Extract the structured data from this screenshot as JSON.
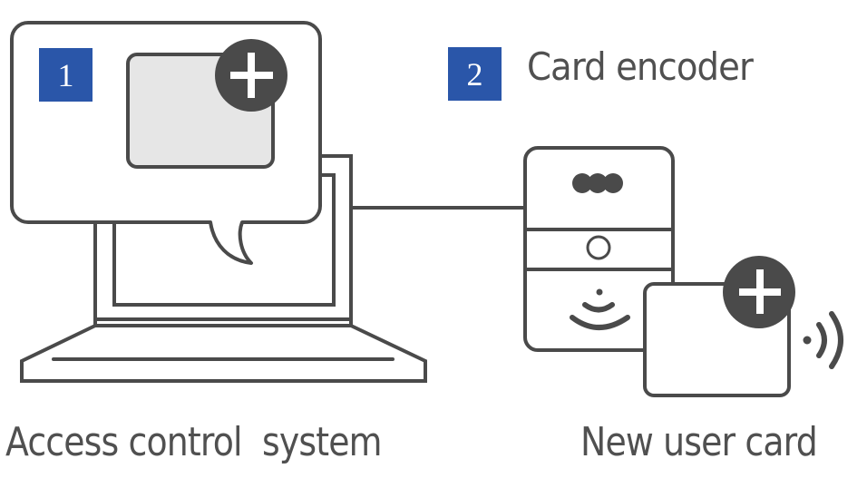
{
  "colors": {
    "stroke": "#4a4a4a",
    "badge_blue": "#2a56a9",
    "card_fill": "#e6e6e6",
    "background": "#ffffff",
    "text": "#505050"
  },
  "steps": [
    {
      "number": "1",
      "title": ""
    },
    {
      "number": "2",
      "title": "Card encoder"
    }
  ],
  "labels": {
    "computer": "Access control  system",
    "card": "New user card"
  },
  "icons": {
    "laptop": "laptop-icon",
    "speech_bubble": "speech-bubble-icon",
    "card_add": "plus-circle-icon",
    "encoder": "card-encoder-icon",
    "wireless": "wireless-signal-icon",
    "new_card": "card-icon"
  }
}
